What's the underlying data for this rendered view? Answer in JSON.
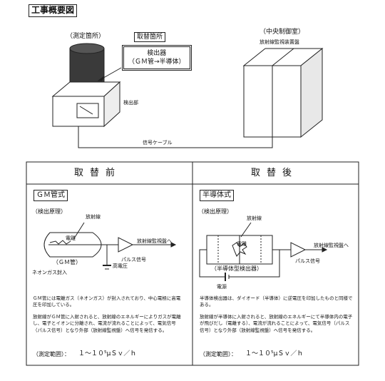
{
  "title": "工事概要図",
  "top": {
    "measure_place": "（測定箇所）",
    "replace_place": "取替箇所",
    "detector_label": "検出器",
    "detector_change": "（ＧＭ管→半導体）",
    "detector_unit": "検出部",
    "central_room": "（中央制御室）",
    "monitor_panel": "放射線監視装置盤",
    "cable": "信号ケーブル"
  },
  "before": {
    "heading": "取替前",
    "type_box": "ＧＭ管式",
    "principle": "（検出原理）",
    "radiation": "放射線",
    "ionize": "電離",
    "tube_label": "（ＧＭ管）",
    "neon": "ネオンガス封入",
    "hv": "高電圧",
    "pulse": "パルス信号",
    "to_monitor": "放射線監視盤へ",
    "para1": "ＧＭ管には電離ガス（ネオンガス）が封入されており、中心電極に高電圧を印加している。",
    "para2": "放射線がＧＭ管に入射されると、放射線のエネルギーによりガスが電離し、電子とイオンに分離され、電流が流れることによって、電気信号（パルス信号）となり外部（放射線監視盤）へ信号を発信する。",
    "range_label": "（測定範囲）：",
    "range_value": "１〜１０⁵μＳｖ／ｈ"
  },
  "after": {
    "heading": "取替後",
    "type_box": "半導体式",
    "principle": "（検出原理）",
    "radiation": "放射線",
    "ionize": "電離",
    "detector_label": "（半導体型検出器）",
    "power": "電源",
    "pulse": "パルス信号",
    "to_monitor": "放射線監視盤へ",
    "para1": "半導体検出器は、ダイオード（半導体）に逆電圧を印加したものと同様である。",
    "para2": "放射線が半導体に入射されると、放射線のエネルギーにて半導体内の電子が飛びだし（電離する）、電流が流れることによって、電気信号（パルス信号）となり外部（放射線監視盤）へ信号を発信する。",
    "range_label": "（測定範囲）：",
    "range_value": "１〜１０⁵μＳｖ／ｈ"
  }
}
